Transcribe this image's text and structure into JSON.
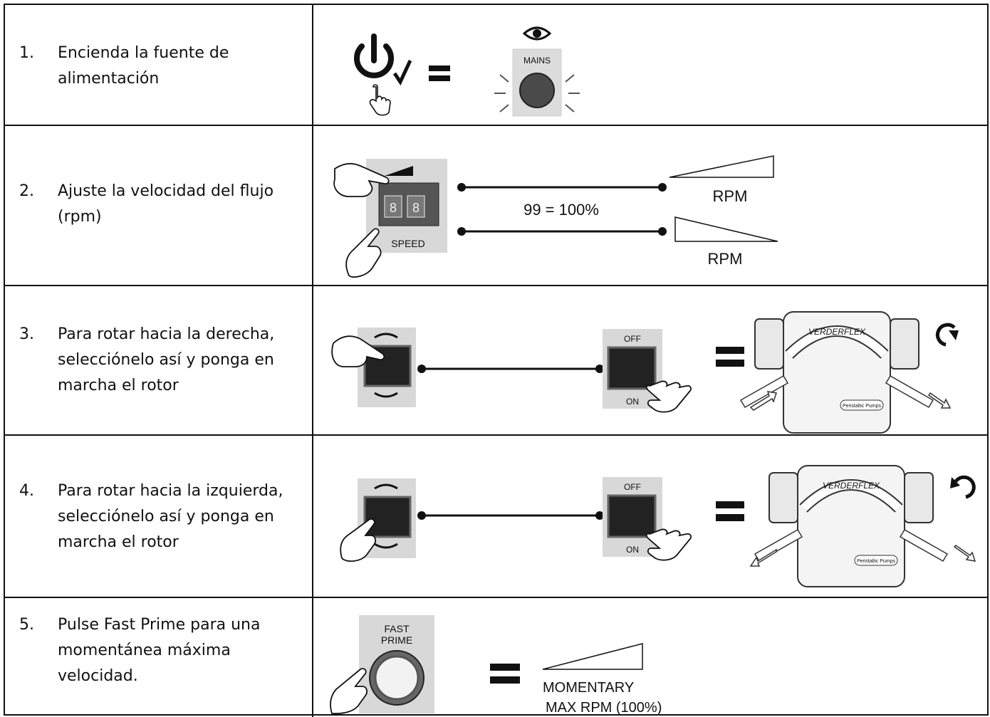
{
  "steps": [
    {
      "number": "1.",
      "lines": [
        "Encienda la fuente de",
        "alimentación"
      ]
    },
    {
      "number": "2.",
      "lines": [
        "Ajuste la velocidad del flujo",
        "(rpm)"
      ]
    },
    {
      "number": "3.",
      "lines": [
        "Para rotar hacia la derecha,",
        "selecciónelo así y ponga en",
        "marcha el rotor"
      ]
    },
    {
      "number": "4.",
      "lines": [
        "Para rotar hacia la izquierda,",
        "selecciónelo así y ponga en",
        "marcha el rotor"
      ]
    },
    {
      "number": "5.",
      "lines": [
        "Pulse Fast Prime para una",
        "momentánea máxima",
        "velocidad."
      ]
    }
  ],
  "figures": {
    "mains_label": "MAINS",
    "speed_label": "SPEED",
    "speed_digits": [
      "8",
      "8"
    ],
    "speed_ratio": "99 = 100%",
    "rpm_up": "RPM",
    "rpm_down": "RPM",
    "switch_off": "OFF",
    "switch_on": "ON",
    "pump_brand": "VERDERFLEX",
    "pump_plate": "Peristaltic Pumps",
    "fast_prime_1": "FAST",
    "fast_prime_2": "PRIME",
    "momentary_1": "MOMENTARY",
    "momentary_2": "MAX RPM (100%)"
  },
  "icons": [
    "power-icon",
    "check-icon",
    "hand-pointer-icon",
    "eye-icon",
    "equals-icon",
    "rotate-clockwise-icon",
    "rotate-counterclockwise-icon",
    "inflow-arrow-icon",
    "outflow-arrow-icon"
  ]
}
